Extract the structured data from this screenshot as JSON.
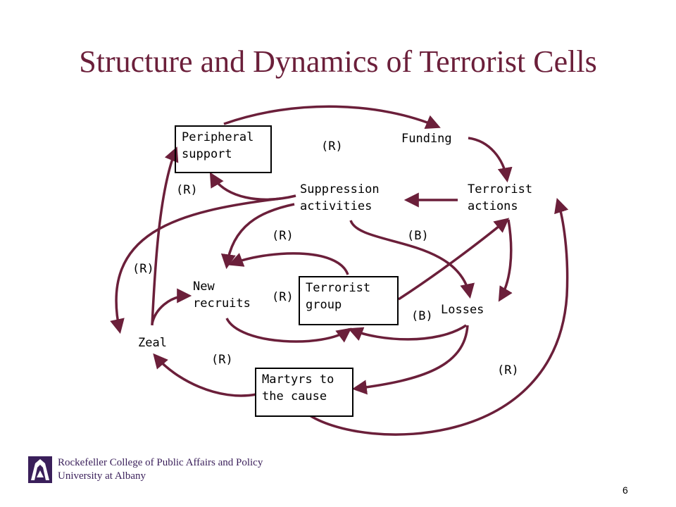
{
  "title": "Structure and Dynamics of Terrorist Cells",
  "nodes": {
    "peripheral_support": "Peripheral\nsupport",
    "funding": "Funding",
    "suppression_activities": "Suppression\nactivities",
    "terrorist_actions": "Terrorist\nactions",
    "new_recruits": "New\nrecruits",
    "terrorist_group": "Terrorist\ngroup",
    "losses": "Losses",
    "zeal": "Zeal",
    "martyrs": "Martyrs to\nthe cause"
  },
  "loop_labels": {
    "top": "(R)",
    "left_upper": "(R)",
    "center_left": "(R)",
    "center_right": "(B)",
    "far_left": "(R)",
    "middle": "(R)",
    "lower_right": "(B)",
    "bottom_left": "(R)",
    "bottom_right": "(R)"
  },
  "arrow_color": "#6b1f3a",
  "footer": {
    "line1": "Rockefeller College of Public Affairs and Policy",
    "line2": "University at Albany"
  },
  "page_number": "6"
}
